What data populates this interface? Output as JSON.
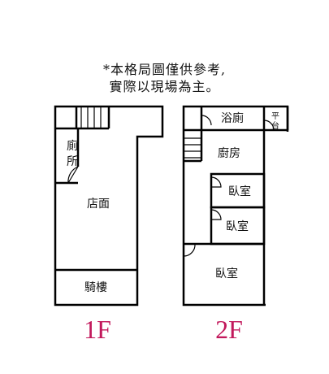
{
  "note": {
    "line1": "*本格局圖僅供參考,",
    "line2": "實際以現場為主。"
  },
  "floor1": {
    "toilet": [
      "廁",
      "所"
    ],
    "shop": "店面",
    "arcade": "騎樓",
    "label": "1F"
  },
  "floor2": {
    "bathroom": "浴廁",
    "platform": [
      "平",
      "台"
    ],
    "kitchen": "廚房",
    "bedroom1": "臥室",
    "bedroom2": "臥室",
    "bedroom3": "臥室",
    "label": "2F"
  },
  "colors": {
    "floor_label": "#c2185b",
    "wall": "#000000"
  }
}
